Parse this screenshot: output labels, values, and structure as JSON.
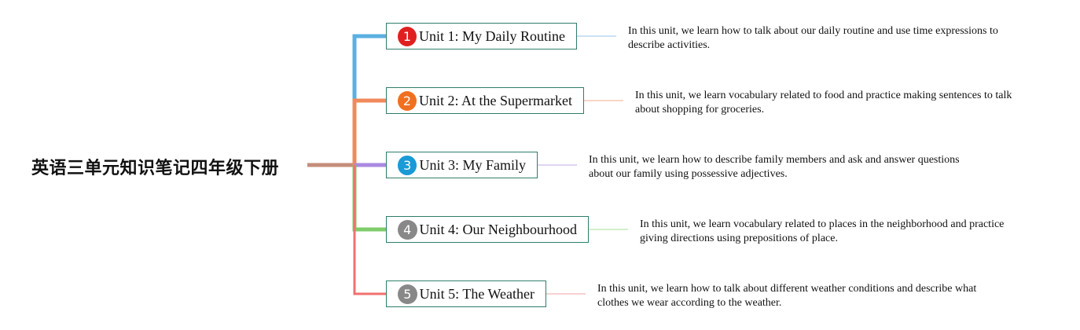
{
  "root": {
    "title": "英语三单元知识笔记四年级下册",
    "line_color": "#c48d7a"
  },
  "units": [
    {
      "number": "1",
      "title": "Unit 1: My Daily Routine",
      "color": "#5ab0e0",
      "badge_color": "#e02020",
      "note": "In this unit, we learn how to talk about our daily routine and use time expressions to describe activities."
    },
    {
      "number": "2",
      "title": "Unit 2: At the Supermarket",
      "color": "#f08a5d",
      "badge_color": "#f07020",
      "note": "In this unit, we learn vocabulary related to food and practice making sentences to talk about shopping for groceries."
    },
    {
      "number": "3",
      "title": "Unit 3: My Family",
      "color": "#a98ae0",
      "badge_color": "#1a9ad6",
      "note": "In this unit, we learn how to describe family members and ask and answer questions about our family using possessive adjectives."
    },
    {
      "number": "4",
      "title": "Unit 4: Our Neighbourhood",
      "color": "#7fcc6a",
      "badge_color": "#888888",
      "note": "In this unit, we learn vocabulary related to places in the neighborhood and practice giving directions using prepositions of place."
    },
    {
      "number": "5",
      "title": "Unit 5: The Weather",
      "color": "#f07070",
      "badge_color": "#888888",
      "note": "In this unit, we learn how to talk about different weather conditions and describe what clothes we wear according to the weather."
    }
  ]
}
